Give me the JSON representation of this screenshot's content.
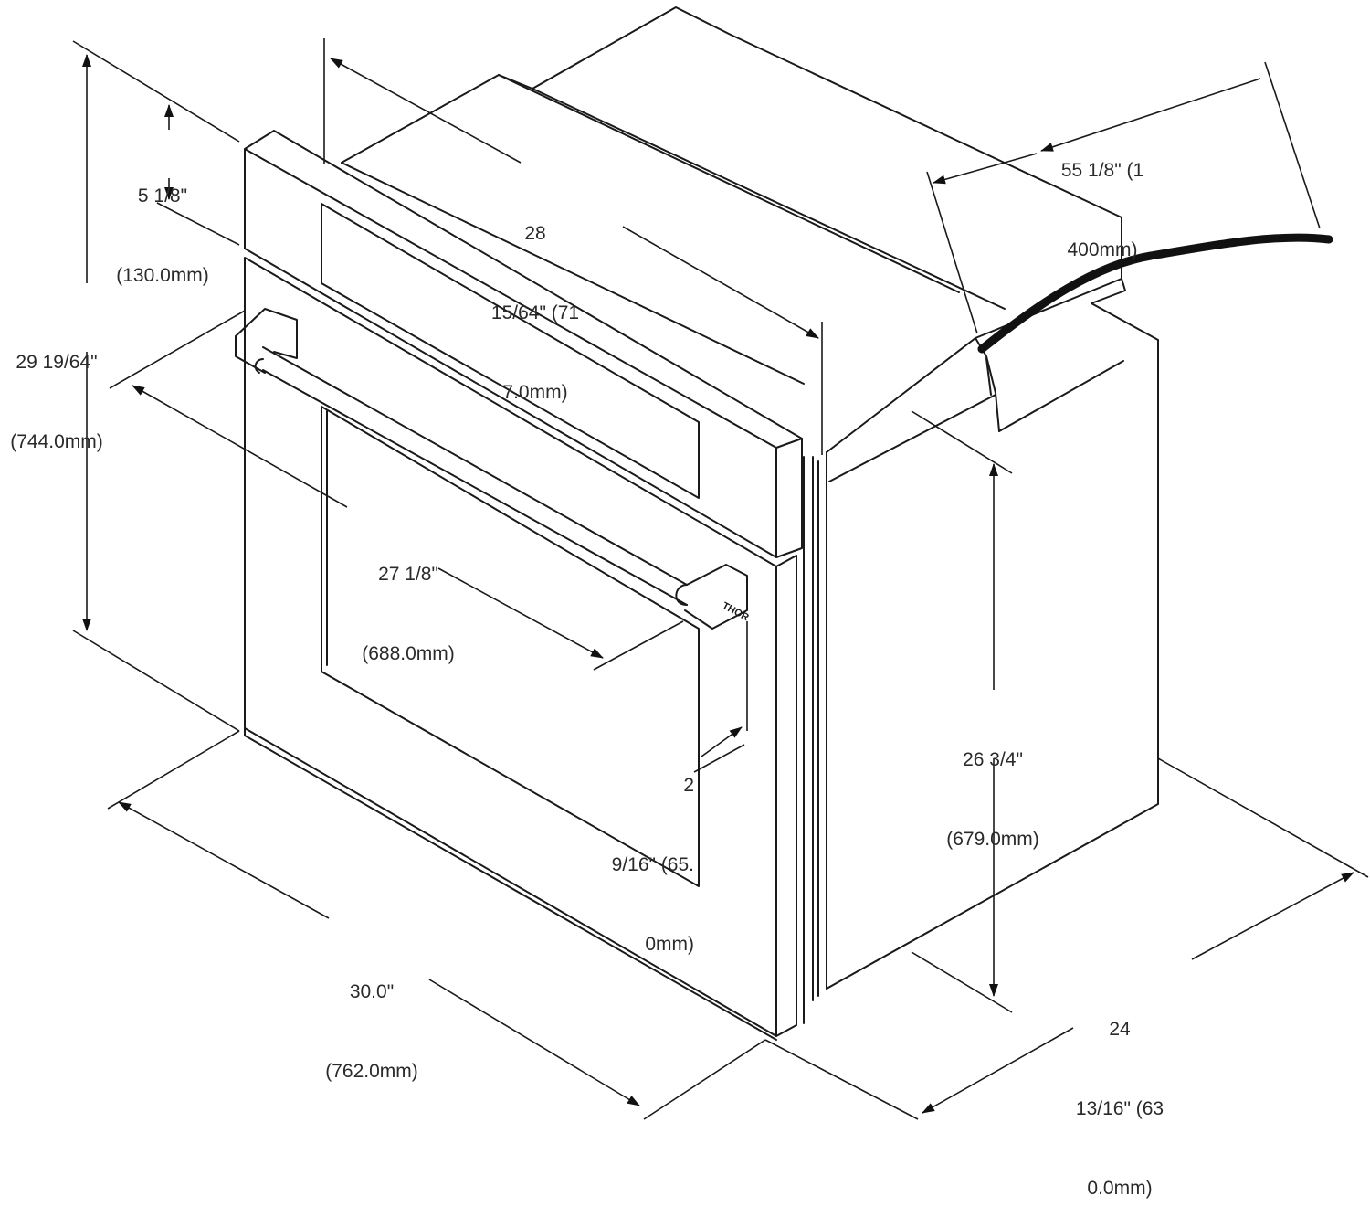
{
  "brand": "THOR",
  "dimensions": {
    "cord_length": [
      "55 1/8\" (1",
      "400mm)"
    ],
    "trim_height": [
      "5 1/8\"",
      "(130.0mm)"
    ],
    "depth_top": [
      "28",
      "15/64\" (71",
      "7.0mm)"
    ],
    "overall_height": [
      "29 19/64\"",
      "(744.0mm)"
    ],
    "handle_width": [
      "27 1/8\"",
      "(688.0mm)"
    ],
    "handle_projection": [
      "2",
      "9/16\" (65.",
      "0mm)"
    ],
    "cutout_height": [
      "26 3/4\"",
      "(679.0mm)"
    ],
    "overall_width": [
      "30.0\"",
      "(762.0mm)"
    ],
    "side_depth": [
      "24",
      "13/16\" (63",
      "0.0mm)"
    ]
  }
}
